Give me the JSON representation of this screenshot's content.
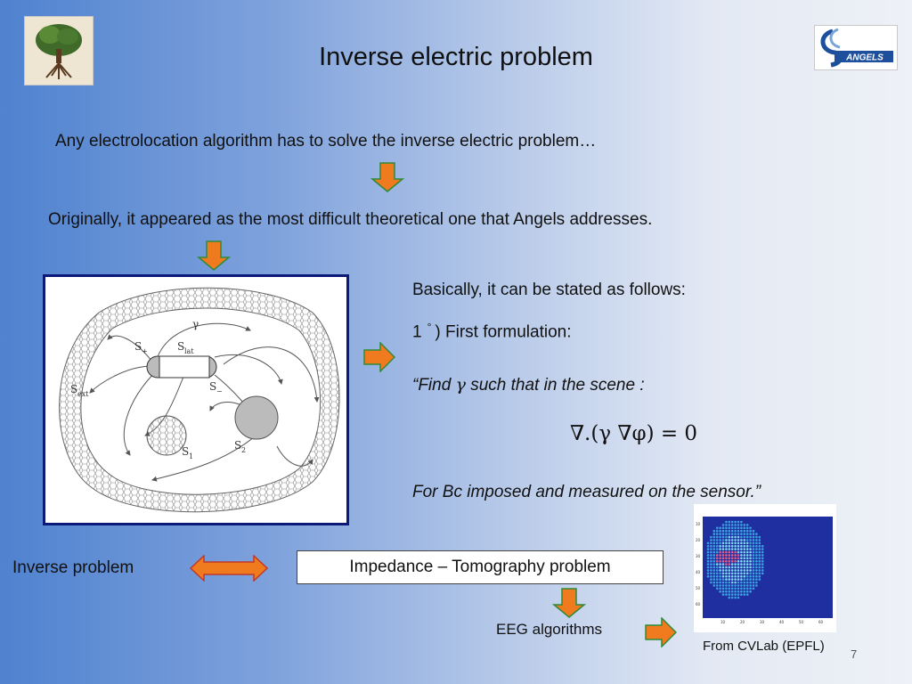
{
  "slide": {
    "title": "Inverse electric problem",
    "line1": "Any electrolocation algorithm has to solve the inverse electric problem…",
    "line2": "Originally, it appeared as the most difficult theoretical one that Angels addresses.",
    "basically": "Basically, it can be stated as follows:",
    "formulation_num": "1",
    "formulation_deg": "°",
    "formulation_text": ") First formulation:",
    "find_open": "“Find",
    "find_gamma": "γ",
    "find_rest": "such that in the scene :",
    "equation": "∇.(γ ∇φ) = 0",
    "bc_text": "For Bc imposed and measured on the sensor.”",
    "inverse_problem": "Inverse problem",
    "impedance": "Impedance – Tomography problem",
    "eeg": "EEG algorithms",
    "from_cvlab": "From CVLab (EPFL)",
    "page_number": "7"
  },
  "logos": {
    "angels_text": "ANGELS"
  },
  "diagram": {
    "gamma": "γ",
    "s_plus": "S",
    "s_plus_sub": "+",
    "s_lat": "S",
    "s_lat_sub": "lat",
    "s_minus": "S",
    "s_minus_sub": "−",
    "s_ext": "S",
    "s_ext_sub": "ext",
    "s1": "S",
    "s1_sub": "1",
    "s2": "S",
    "s2_sub": "2"
  },
  "heatmap": {
    "y_ticks": [
      "10",
      "20",
      "30",
      "40",
      "50",
      "60"
    ],
    "x_ticks": [
      "10",
      "20",
      "30",
      "40",
      "50",
      "60"
    ]
  },
  "colors": {
    "arrow_fill": "#f07a1e",
    "arrow_stroke": "#2f8a3a",
    "frame": "#0b1a78",
    "heat_bg": "#1f2fa0"
  }
}
